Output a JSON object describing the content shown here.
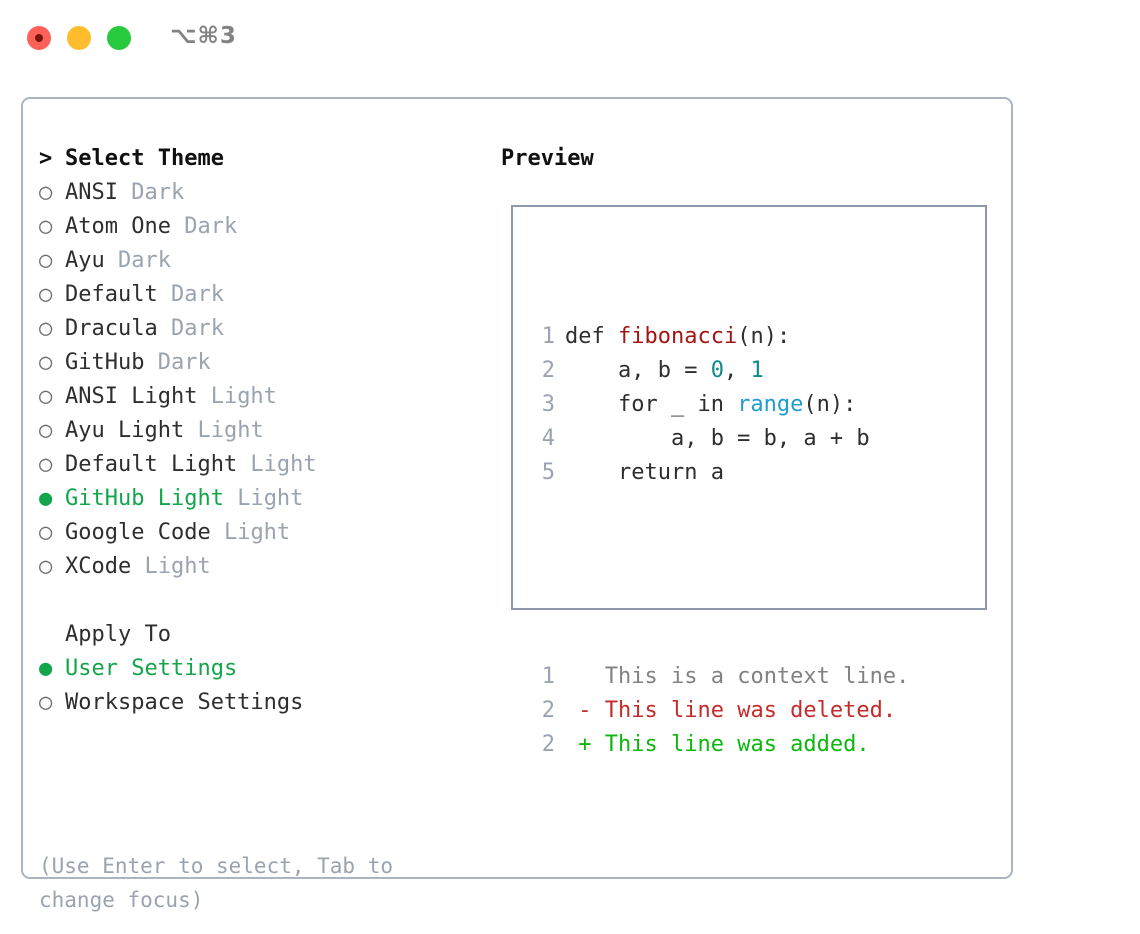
{
  "titlebar": {
    "shortcut": "⌥⌘3",
    "buttons": [
      "close",
      "minimize",
      "zoom"
    ]
  },
  "theme_picker": {
    "header": "Select Theme",
    "header_prefix": ">",
    "bullet_selected": "●",
    "bullet_unselected": "○",
    "items": [
      {
        "label": "ANSI",
        "tag": "Dark",
        "selected": false
      },
      {
        "label": "Atom One",
        "tag": "Dark",
        "selected": false
      },
      {
        "label": "Ayu",
        "tag": "Dark",
        "selected": false
      },
      {
        "label": "Default",
        "tag": "Dark",
        "selected": false
      },
      {
        "label": "Dracula",
        "tag": "Dark",
        "selected": false
      },
      {
        "label": "GitHub",
        "tag": "Dark",
        "selected": false
      },
      {
        "label": "ANSI Light",
        "tag": "Light",
        "selected": false
      },
      {
        "label": "Ayu Light",
        "tag": "Light",
        "selected": false
      },
      {
        "label": "Default Light",
        "tag": "Light",
        "selected": false
      },
      {
        "label": "GitHub Light",
        "tag": "Light",
        "selected": true
      },
      {
        "label": "Google Code",
        "tag": "Light",
        "selected": false
      },
      {
        "label": "XCode",
        "tag": "Light",
        "selected": false
      }
    ]
  },
  "apply_to": {
    "header": "Apply To",
    "items": [
      {
        "label": "User Settings",
        "selected": true
      },
      {
        "label": "Workspace Settings",
        "selected": false
      }
    ]
  },
  "hint": "(Use Enter to select, Tab to change focus)",
  "preview": {
    "title": "Preview",
    "code_lines": [
      {
        "num": "1",
        "tokens": [
          {
            "text": "def ",
            "kind": "plain"
          },
          {
            "text": "fibonacci",
            "kind": "func"
          },
          {
            "text": "(n):",
            "kind": "plain"
          }
        ]
      },
      {
        "num": "2",
        "tokens": [
          {
            "text": "    a, b = ",
            "kind": "plain"
          },
          {
            "text": "0",
            "kind": "num"
          },
          {
            "text": ", ",
            "kind": "plain"
          },
          {
            "text": "1",
            "kind": "num"
          }
        ]
      },
      {
        "num": "3",
        "tokens": [
          {
            "text": "    for _ in ",
            "kind": "plain"
          },
          {
            "text": "range",
            "kind": "call"
          },
          {
            "text": "(n):",
            "kind": "plain"
          }
        ]
      },
      {
        "num": "4",
        "tokens": [
          {
            "text": "        a, b = b, a + b",
            "kind": "plain"
          }
        ]
      },
      {
        "num": "5",
        "tokens": [
          {
            "text": "    return a",
            "kind": "plain"
          }
        ]
      }
    ],
    "diff_lines": [
      {
        "num": "1",
        "marker": " ",
        "text": "This is a context line.",
        "kind": "context"
      },
      {
        "num": "2",
        "marker": "-",
        "text": "This line was deleted.",
        "kind": "deleted"
      },
      {
        "num": "2",
        "marker": "+",
        "text": "This line was added.",
        "kind": "added"
      }
    ]
  },
  "colors": {
    "accent_green": "#13a54c",
    "diff_add": "#0db80d",
    "diff_del": "#c42b2b",
    "diff_ctx": "#828282",
    "syntax_func": "#a31515",
    "syntax_num": "#0f8a8a",
    "syntax_call": "#1f9cd0",
    "muted": "#9aa3b0",
    "panel_border": "#aab4c4",
    "preview_border": "#8d99ab",
    "traffic_red": "#ff6058",
    "traffic_yellow": "#ffbd2e",
    "traffic_green": "#27c93f"
  }
}
